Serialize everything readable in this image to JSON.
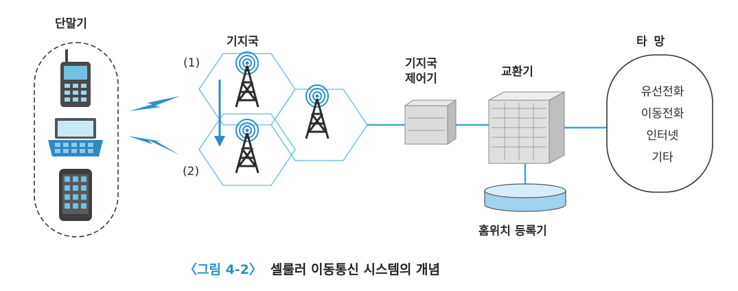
{
  "labels": {
    "terminal": "단말기",
    "base_station": "기지국",
    "controller": "기지국\n제어기",
    "switch": "교환기",
    "other_net": "타 망",
    "home_registry": "홈위치 등록기",
    "pos1": "(1)",
    "pos2": "(2)"
  },
  "other_net_items": [
    "유선전화",
    "이동전화",
    "인터넷",
    "기타"
  ],
  "caption": {
    "number": "〈그림 4-2〉",
    "text": "셀룰러 이동통신 시스템의 개념"
  },
  "colors": {
    "accent": "#2a8fc8",
    "cell_line": "#7cc3e8",
    "link_line": "#3ba3d9",
    "tower": "#2b2b2b",
    "db_fill": "#bfe3f4"
  },
  "icons": [
    "feature-phone-icon",
    "laptop-icon",
    "smartphone-icon",
    "signal-bolt-icon",
    "cell-tower-icon",
    "rack-equipment-icon",
    "database-icon"
  ]
}
